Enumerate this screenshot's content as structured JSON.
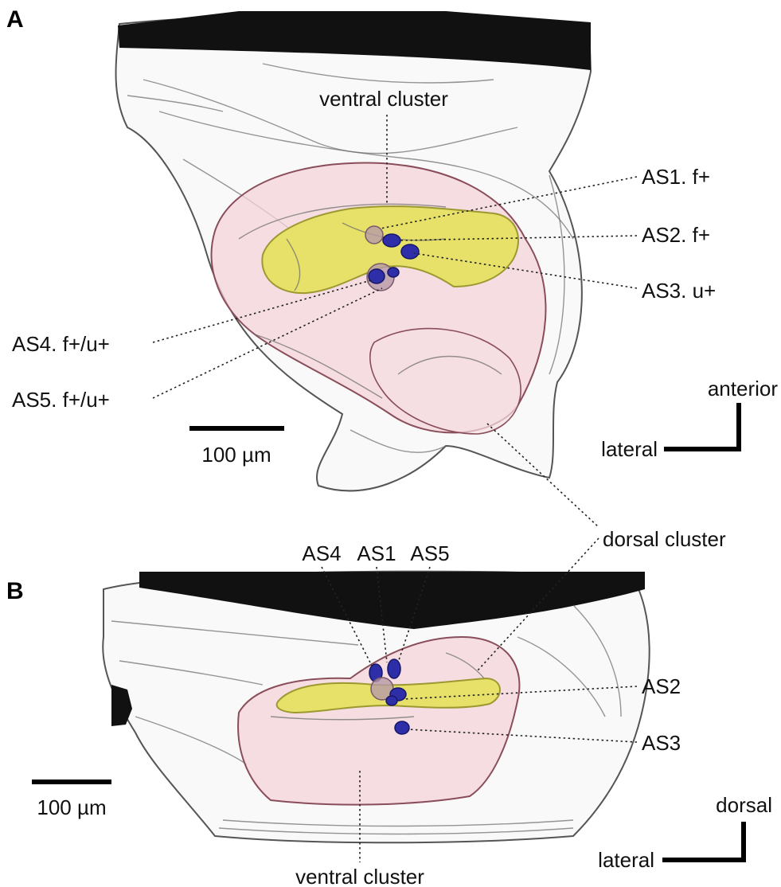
{
  "panels": {
    "a": {
      "letter": "A",
      "ventral_cluster": "ventral cluster",
      "as1": "AS1. f+",
      "as2": "AS2. f+",
      "as3": "AS3. u+",
      "as4": "AS4. f+/u+",
      "as5": "AS5. f+/u+",
      "scale_label": "100 µm",
      "axis_vertical": "anterior",
      "axis_horizontal": "lateral"
    },
    "shared": {
      "dorsal_cluster": "dorsal cluster"
    },
    "b": {
      "letter": "B",
      "as4": "AS4",
      "as1": "AS1",
      "as5": "AS5",
      "as2": "AS2",
      "as3": "AS3",
      "scale_label": "100 µm",
      "axis_vertical": "dorsal",
      "axis_horizontal": "lateral",
      "ventral_cluster": "ventral cluster"
    }
  },
  "colors": {
    "synapse": "#2e2fa8",
    "dorsal_neuropil": "#e7e16a",
    "ventral_neuropil": "#f3d3d8",
    "tissue": "#f9f9f9"
  }
}
